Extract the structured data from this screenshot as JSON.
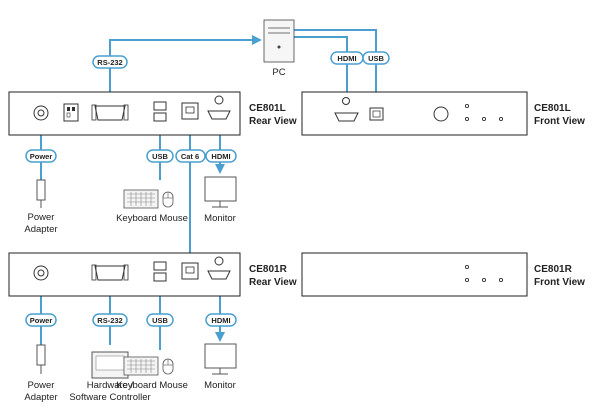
{
  "pc": {
    "label": "PC"
  },
  "devices": {
    "l_rear": {
      "name": "CE801L",
      "view": "Rear View"
    },
    "l_front": {
      "name": "CE801L",
      "view": "Front View"
    },
    "r_rear": {
      "name": "CE801R",
      "view": "Rear View"
    },
    "r_front": {
      "name": "CE801R",
      "view": "Front View"
    }
  },
  "tags": {
    "rs232_top": "RS-232",
    "hdmi_pc": "HDMI",
    "usb_pc": "USB",
    "power_l": "Power",
    "usb_l": "USB",
    "cat6": "Cat 6",
    "hdmi_l": "HDMI",
    "power_r": "Power",
    "rs232_r": "RS-232",
    "usb_r": "USB",
    "hdmi_r": "HDMI"
  },
  "captions": {
    "power_adapter_l": [
      "Power",
      "Adapter"
    ],
    "keyboard_mouse_l": "Keyboard Mouse",
    "monitor_l": "Monitor",
    "power_adapter_r": [
      "Power",
      "Adapter"
    ],
    "controller_r": [
      "Hardware /",
      "Software Controller"
    ],
    "keyboard_mouse_r": "Keyboard Mouse",
    "monitor_r": "Monitor"
  },
  "colors": {
    "cable": "#4a9fd0",
    "outline": "#222222",
    "icon": "#555555"
  }
}
